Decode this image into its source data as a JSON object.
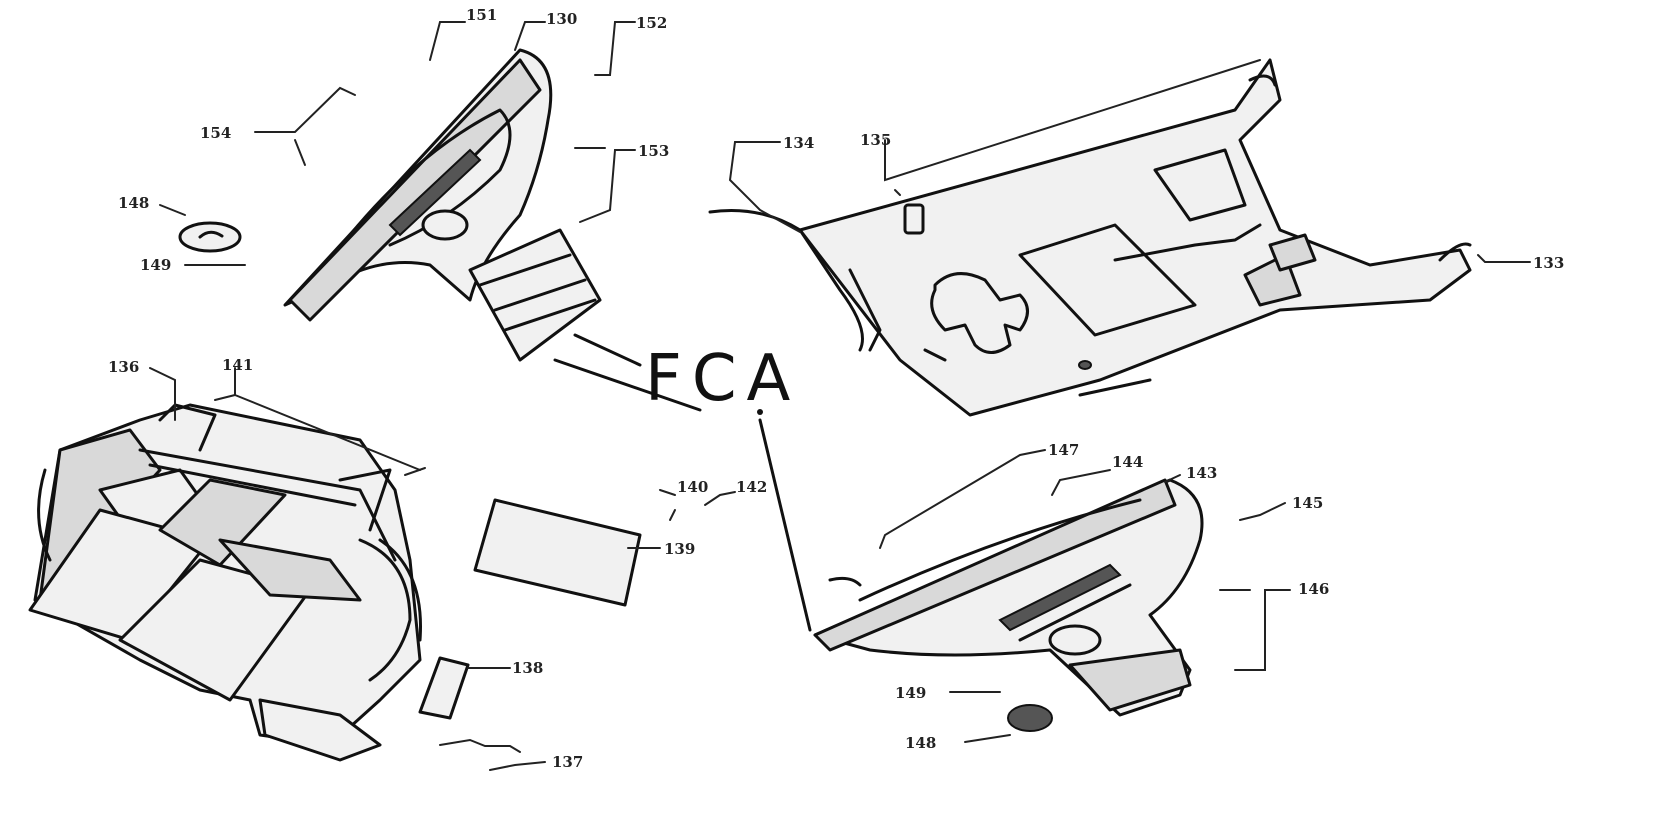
{
  "handwritten_callout": "FCA",
  "labels": {
    "l130a": "130",
    "l151": "151",
    "l152": "152",
    "l154": "154",
    "l153": "153",
    "l148a": "148",
    "l149a": "149",
    "l134": "134",
    "l135": "135",
    "l133": "133",
    "l136": "136",
    "l141": "141",
    "l140": "140",
    "l142": "142",
    "l139": "139",
    "l138": "138",
    "l137": "137",
    "l147": "147",
    "l144": "144",
    "l143": "143",
    "l145": "145",
    "l146": "146",
    "l149b": "149",
    "l148b": "148"
  }
}
